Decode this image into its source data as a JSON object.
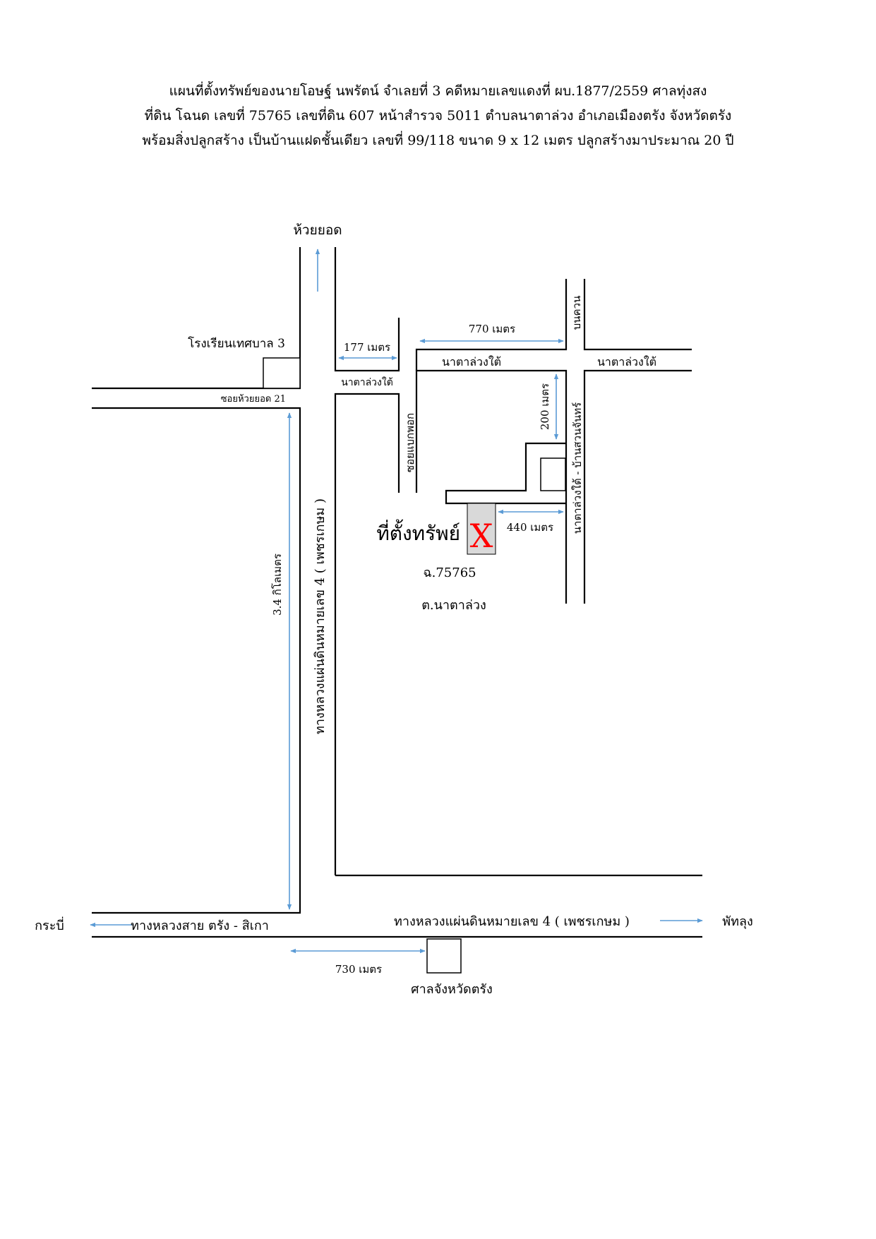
{
  "header": {
    "line1": "แผนที่ตั้งทรัพย์ของนายโอษฐ์ นพรัตน์ จำเลยที่ 3 คดีหมายเลขแดงที่ ผบ.1877/2559 ศาลทุ่งสง",
    "line2": "ที่ดิน โฉนด เลขที่ 75765 เลขที่ดิน 607 หน้าสำรวจ 5011 ตำบลนาตาล่วง อำเภอเมืองตรัง จังหวัดตรัง",
    "line3": "พร้อมสิ่งปลูกสร้าง เป็นบ้านแฝดชั้นเดียว เลขที่ 99/118 ขนาด 9 x 12 เมตร ปลูกสร้างมาประมาณ 20 ปี"
  },
  "map": {
    "huai_yot": "ห้วยยอด",
    "school": "โรงเรียนเทศบาล 3",
    "soi_huai_yot_21": "ซอยห้วยยอด 21",
    "dist_177": "177 เมตร",
    "na_ta_luang_tai_1": "นาตาล่วงใต้",
    "dist_770": "770 เมตร",
    "na_ta_luang_tai_2": "นาตาล่วงใต้",
    "na_ta_luang_tai_3": "นาตาล่วงใต้",
    "bon_khuan": "บนควน",
    "dist_200": "200 เมตร",
    "soi_baek_phok": "ซอยแบกพอก",
    "na_ta_luang_ban_suan_chan": "นาตาล่วงใต้ - บ้านสวนจันทร์",
    "property_label": "ที่ตั้งทรัพย์",
    "property_mark": "X",
    "dist_440": "440 เมตร",
    "deed_no": "ฉ.75765",
    "tambon": "ต.นาตาล่วง",
    "dist_3_4km": "3.4 กิโลเมตร",
    "highway4_vertical": "ทางหลวงแผ่นดินหมายเลข 4 ( เพชรเกษม )",
    "krabi": "กระบี่",
    "trang_sikao": "ทางหลวงสาย ตรัง - สิเกา",
    "highway4_horizontal": "ทางหลวงแผ่นดินหมายเลข 4 ( เพชรเกษม )",
    "phatthalung": "พัทลุง",
    "dist_730": "730 เมตร",
    "court": "ศาลจังหวัดตรัง"
  },
  "colors": {
    "arrow": "#5b9bd5",
    "mark": "#ff0000",
    "property_fill": "#d9d9d9"
  }
}
